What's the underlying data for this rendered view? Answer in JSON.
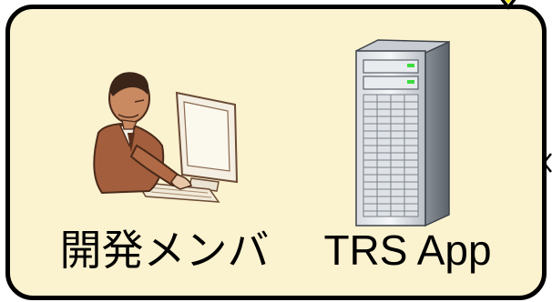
{
  "nodes": [
    {
      "id": "developer",
      "label": "開発メンバ",
      "icon": "developer-at-computer-icon"
    },
    {
      "id": "app",
      "label": "TRS App",
      "icon": "server-tower-icon"
    }
  ],
  "colors": {
    "panel_fill": "#fbf2cf",
    "panel_border": "#000000",
    "connector": "#f2e600"
  }
}
